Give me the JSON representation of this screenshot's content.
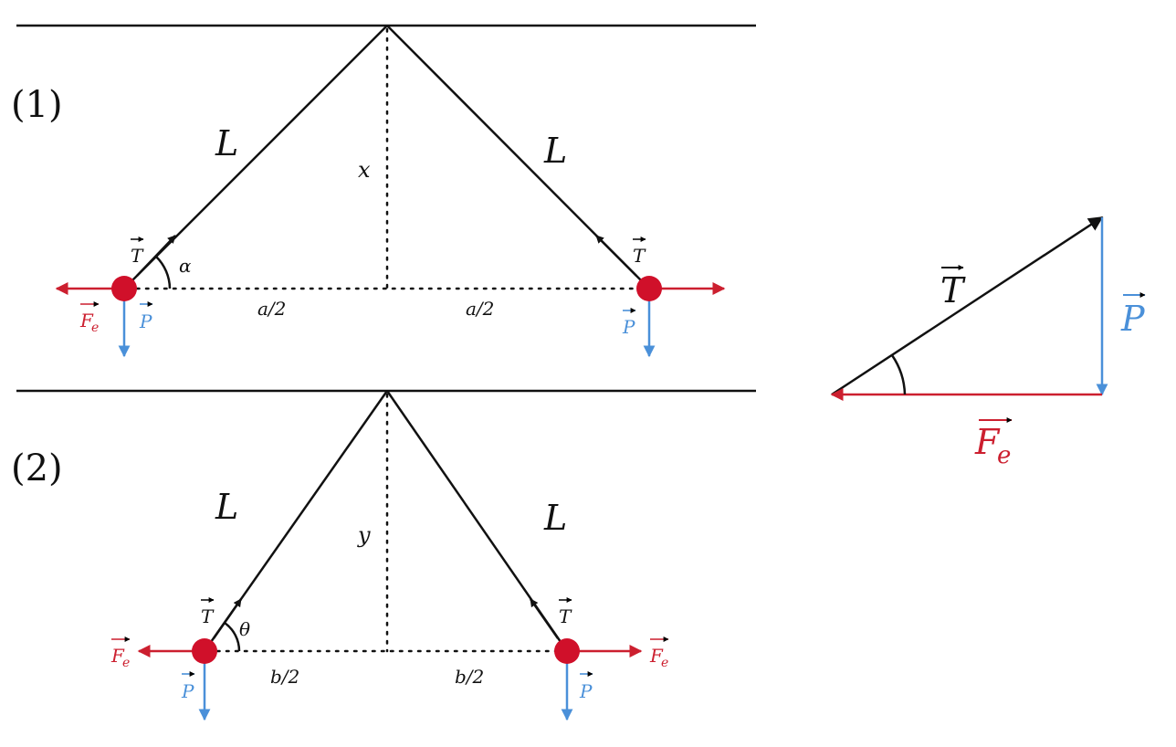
{
  "colors": {
    "line": "#111111",
    "force_e": "#cc1f2f",
    "weight": "#4a90d9",
    "ball": "#d0102a"
  },
  "case1": {
    "label": "(1)",
    "left_length": "L",
    "right_length": "L",
    "height": "x",
    "half_left": "a/2",
    "half_right": "a/2",
    "angle": "α",
    "tension_left": "T",
    "tension_right": "T",
    "electric_left": "F",
    "electric_left_sub": "e",
    "weight_left": "P",
    "weight_right": "P"
  },
  "case2": {
    "label": "(2)",
    "left_length": "L",
    "right_length": "L",
    "height": "y",
    "half_left": "b/2",
    "half_right": "b/2",
    "angle": "θ",
    "tension_left": "T",
    "tension_right": "T",
    "electric_left": "F",
    "electric_left_sub": "e",
    "electric_right": "F",
    "electric_right_sub": "e",
    "weight_left": "P",
    "weight_right": "P"
  },
  "triangle": {
    "tension": "T",
    "weight": "P",
    "electric": "F",
    "electric_sub": "e"
  }
}
